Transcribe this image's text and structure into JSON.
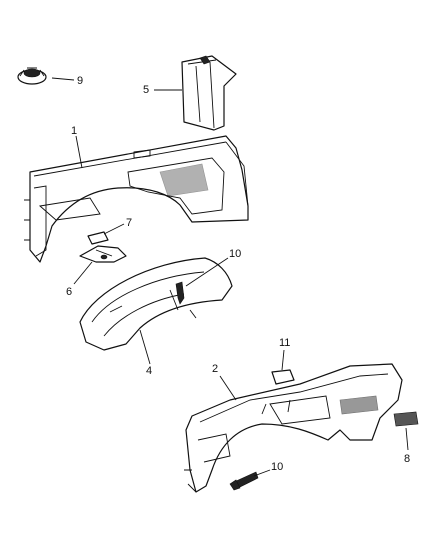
{
  "callouts": {
    "c1": "1",
    "c2": "2",
    "c4": "4",
    "c5": "5",
    "c6": "6",
    "c7": "7",
    "c8": "8",
    "c9": "9",
    "c10a": "10",
    "c10b": "10",
    "c11": "11"
  }
}
